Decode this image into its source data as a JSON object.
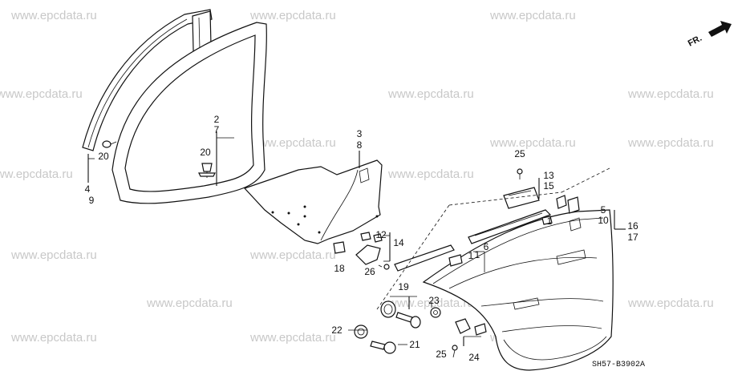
{
  "watermark": "www.epcdata.ru",
  "direction_label": "FR.",
  "diagram_code": "SH57-B3902A",
  "callouts": {
    "c4_9_top": "4",
    "c4_9_bot": "9",
    "c20a": "20",
    "c2_7_top": "2",
    "c2_7_bot": "7",
    "c20b": "20",
    "c3_8_top": "3",
    "c3_8_bot": "8",
    "c25a": "25",
    "c13": "13",
    "c15": "15",
    "c5": "5",
    "c10": "10",
    "c16": "16",
    "c17": "17",
    "c12": "12",
    "c14": "14",
    "c18": "18",
    "c26": "26",
    "c1a": "1",
    "c1b": "1",
    "c1c": "1",
    "c6": "6",
    "c19": "19",
    "c23": "23",
    "c22": "22",
    "c21": "21",
    "c25b": "25",
    "c24": "24"
  }
}
